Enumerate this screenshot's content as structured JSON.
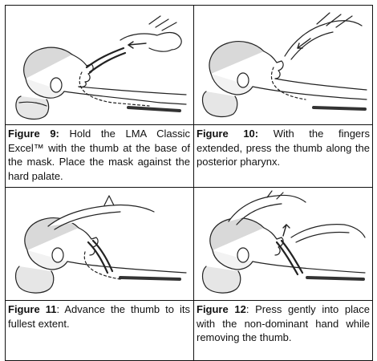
{
  "figures": [
    {
      "number_label": "Figure 9:",
      "text": " Hold the LMA Classic Excel™ with the thumb at the base of the mask. Place the mask against the hard palate.",
      "illustration": "lma-insertion-step-9"
    },
    {
      "number_label": "Figure 10:",
      "text": " With the fingers extended, press the thumb along the posterior pharynx.",
      "illustration": "lma-insertion-step-10"
    },
    {
      "number_label": "Figure 11",
      "text": ": Advance the thumb to its fullest extent.",
      "illustration": "lma-insertion-step-11"
    },
    {
      "number_label": "Figure 12",
      "text": ": Press gently into place with the non-dominant hand while removing the thumb.",
      "illustration": "lma-insertion-step-12"
    }
  ]
}
